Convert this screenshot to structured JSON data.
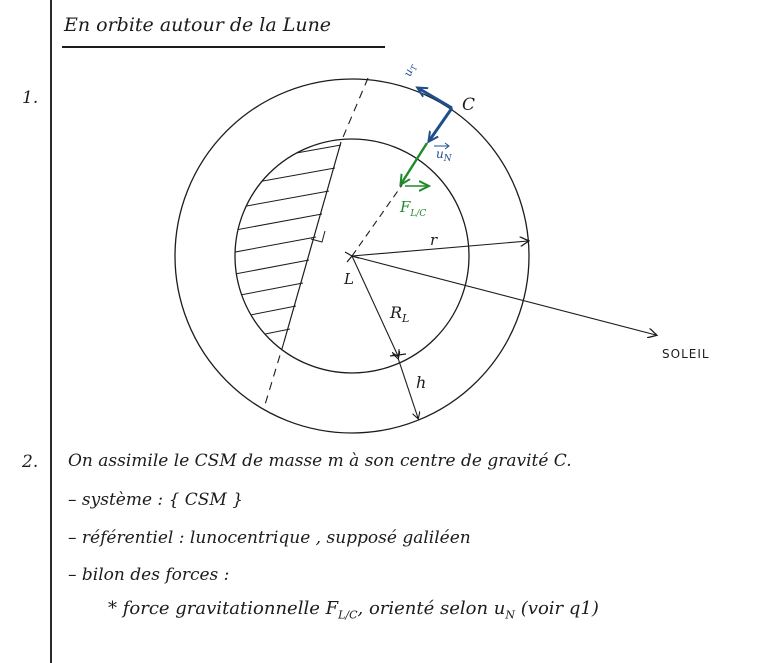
{
  "title": "En orbite autour de la Lune",
  "q1": {
    "number": "1."
  },
  "diagram": {
    "label_C": "C",
    "label_L": "L",
    "label_r": "r",
    "label_RL": "R",
    "label_RL_sub": "L",
    "label_h": "h",
    "label_sun": "SOLEIL",
    "label_uT": "u",
    "label_uT_sub": "T",
    "label_uN": "u",
    "label_uN_sub": "N",
    "label_F": "F",
    "label_F_sub": "L/C",
    "colors": {
      "blue": "#1f4e8c",
      "green": "#1f8a2a",
      "ink": "#1c1c1c"
    }
  },
  "q2": {
    "number": "2.",
    "line1": "On assimile le CSM de masse m à son centre de gravité C.",
    "line2": "– système : { CSM }",
    "line3": "– référentiel : lunocentrique , supposé galiléen",
    "line4": "– bilon des forces :",
    "line5_prefix": "* force gravitationnelle F",
    "line5_sub": "L/C",
    "line5_suffix": ", orienté selon u",
    "line5_sub2": "N",
    "line5_end": " (voir q1)"
  }
}
